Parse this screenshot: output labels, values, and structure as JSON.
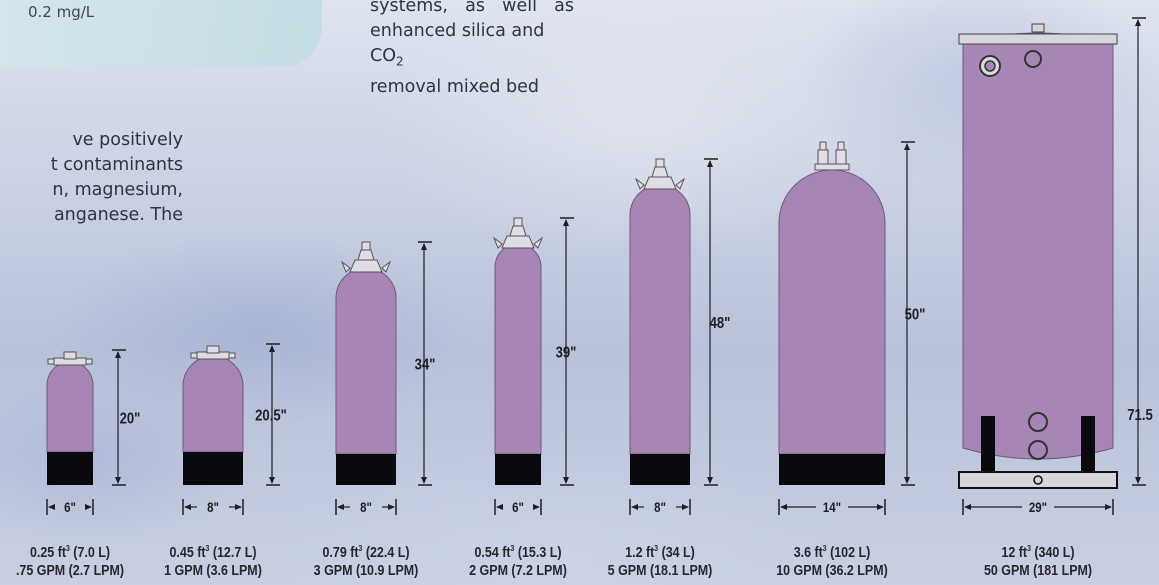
{
  "spec_box": {
    "value": "0.2 mg/L"
  },
  "intro_right": {
    "line1": "systems, as well as",
    "line2_pre": "enhanced silica and CO",
    "line2_sub": "2",
    "line3": "removal mixed bed"
  },
  "intro_left": {
    "lines": [
      "ve positively",
      "t contaminants",
      "n, magnesium,",
      "anganese. The"
    ]
  },
  "colors": {
    "tank": "#a786b5",
    "base": "#0a0a0e",
    "dimension": "#1e1e24"
  },
  "tanks": [
    {
      "height_label": "20\"",
      "width_label": "6\"",
      "volume_ft3": "0.25 ft",
      "volume_l": "(7.0 L)",
      "flow": ".75 GPM (2.7 LPM)"
    },
    {
      "height_label": "20.5\"",
      "width_label": "8\"",
      "volume_ft3": "0.45 ft",
      "volume_l": "(12.7 L)",
      "flow": "1 GPM (3.6 LPM)"
    },
    {
      "height_label": "34\"",
      "width_label": "8\"",
      "volume_ft3": "0.79 ft",
      "volume_l": "(22.4 L)",
      "flow": "3 GPM (10.9 LPM)"
    },
    {
      "height_label": "39\"",
      "width_label": "6\"",
      "volume_ft3": "0.54 ft",
      "volume_l": "(15.3 L)",
      "flow": "2 GPM (7.2 LPM)"
    },
    {
      "height_label": "48\"",
      "width_label": "8\"",
      "volume_ft3": "1.2 ft",
      "volume_l": "(34 L)",
      "flow": "5 GPM (18.1 LPM)"
    },
    {
      "height_label": "50\"",
      "width_label": "14\"",
      "volume_ft3": "3.6 ft",
      "volume_l": "(102 L)",
      "flow": "10 GPM (36.2 LPM)"
    },
    {
      "height_label": "71.5",
      "width_label": "29\"",
      "volume_ft3": "12 ft",
      "volume_l": "(340 L)",
      "flow": "50 GPM (181 LPM)"
    }
  ]
}
